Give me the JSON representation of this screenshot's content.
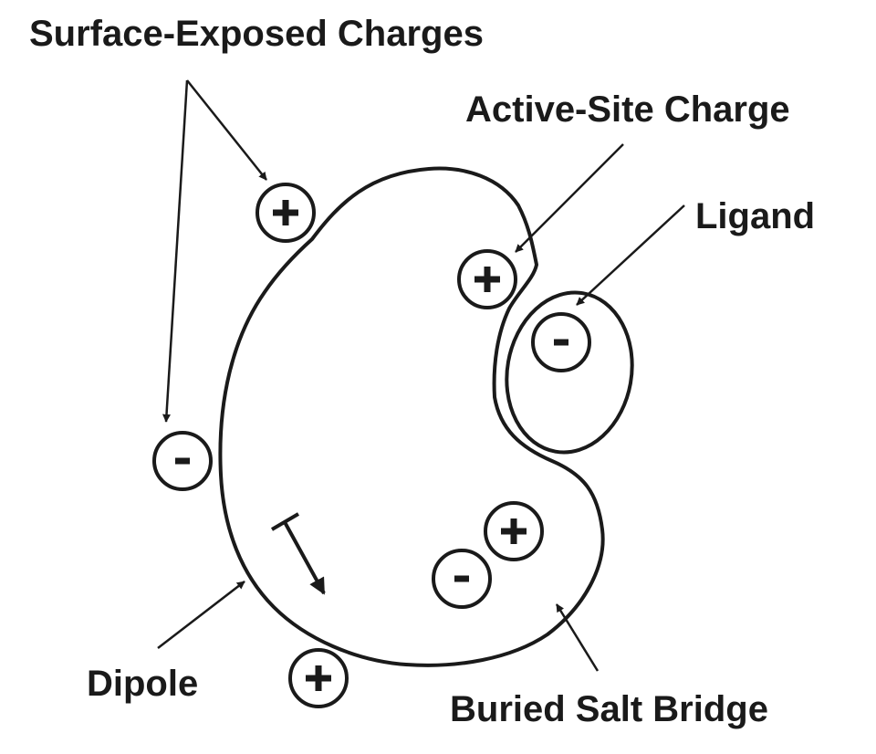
{
  "labels": {
    "surface_exposed": "Surface-Exposed Charges",
    "active_site": "Active-Site Charge",
    "ligand": "Ligand",
    "dipole": "Dipole",
    "buried_salt_bridge": "Buried Salt Bridge"
  },
  "charges": [
    {
      "id": "surface-top",
      "sign": "+"
    },
    {
      "id": "surface-left",
      "sign": "-"
    },
    {
      "id": "surface-bottom",
      "sign": "+"
    },
    {
      "id": "active-site",
      "sign": "+"
    },
    {
      "id": "ligand",
      "sign": "-"
    },
    {
      "id": "salt-bridge-positive",
      "sign": "+"
    },
    {
      "id": "salt-bridge-negative",
      "sign": "-"
    }
  ],
  "colors": {
    "ink": "#1a1a1a",
    "background": "#ffffff"
  }
}
